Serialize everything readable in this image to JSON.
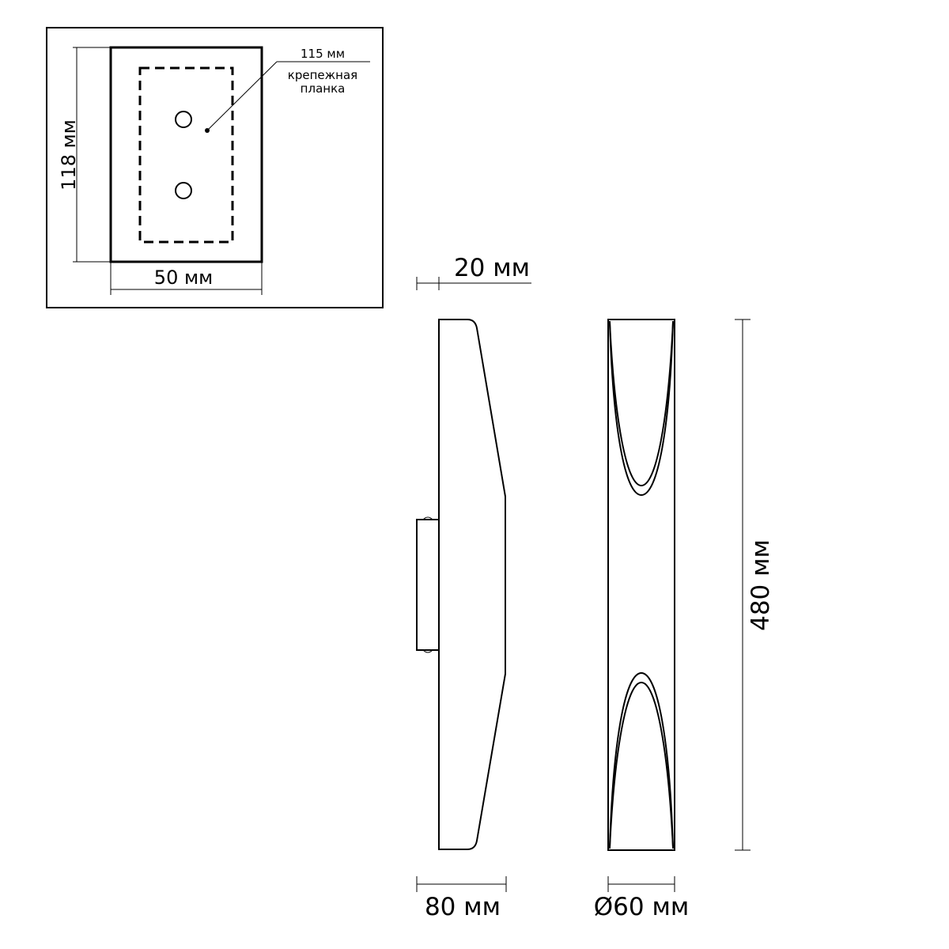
{
  "inset": {
    "height_label": "118 мм",
    "width_label": "50 мм",
    "mount_length_label": "115 мм",
    "mount_caption_line1": "крепежная",
    "mount_caption_line2": "планка"
  },
  "side_view": {
    "depth_label": "20 мм",
    "width_label": "80 мм"
  },
  "front_view": {
    "height_label": "480 мм",
    "diameter_label": "Ø60 мм"
  }
}
